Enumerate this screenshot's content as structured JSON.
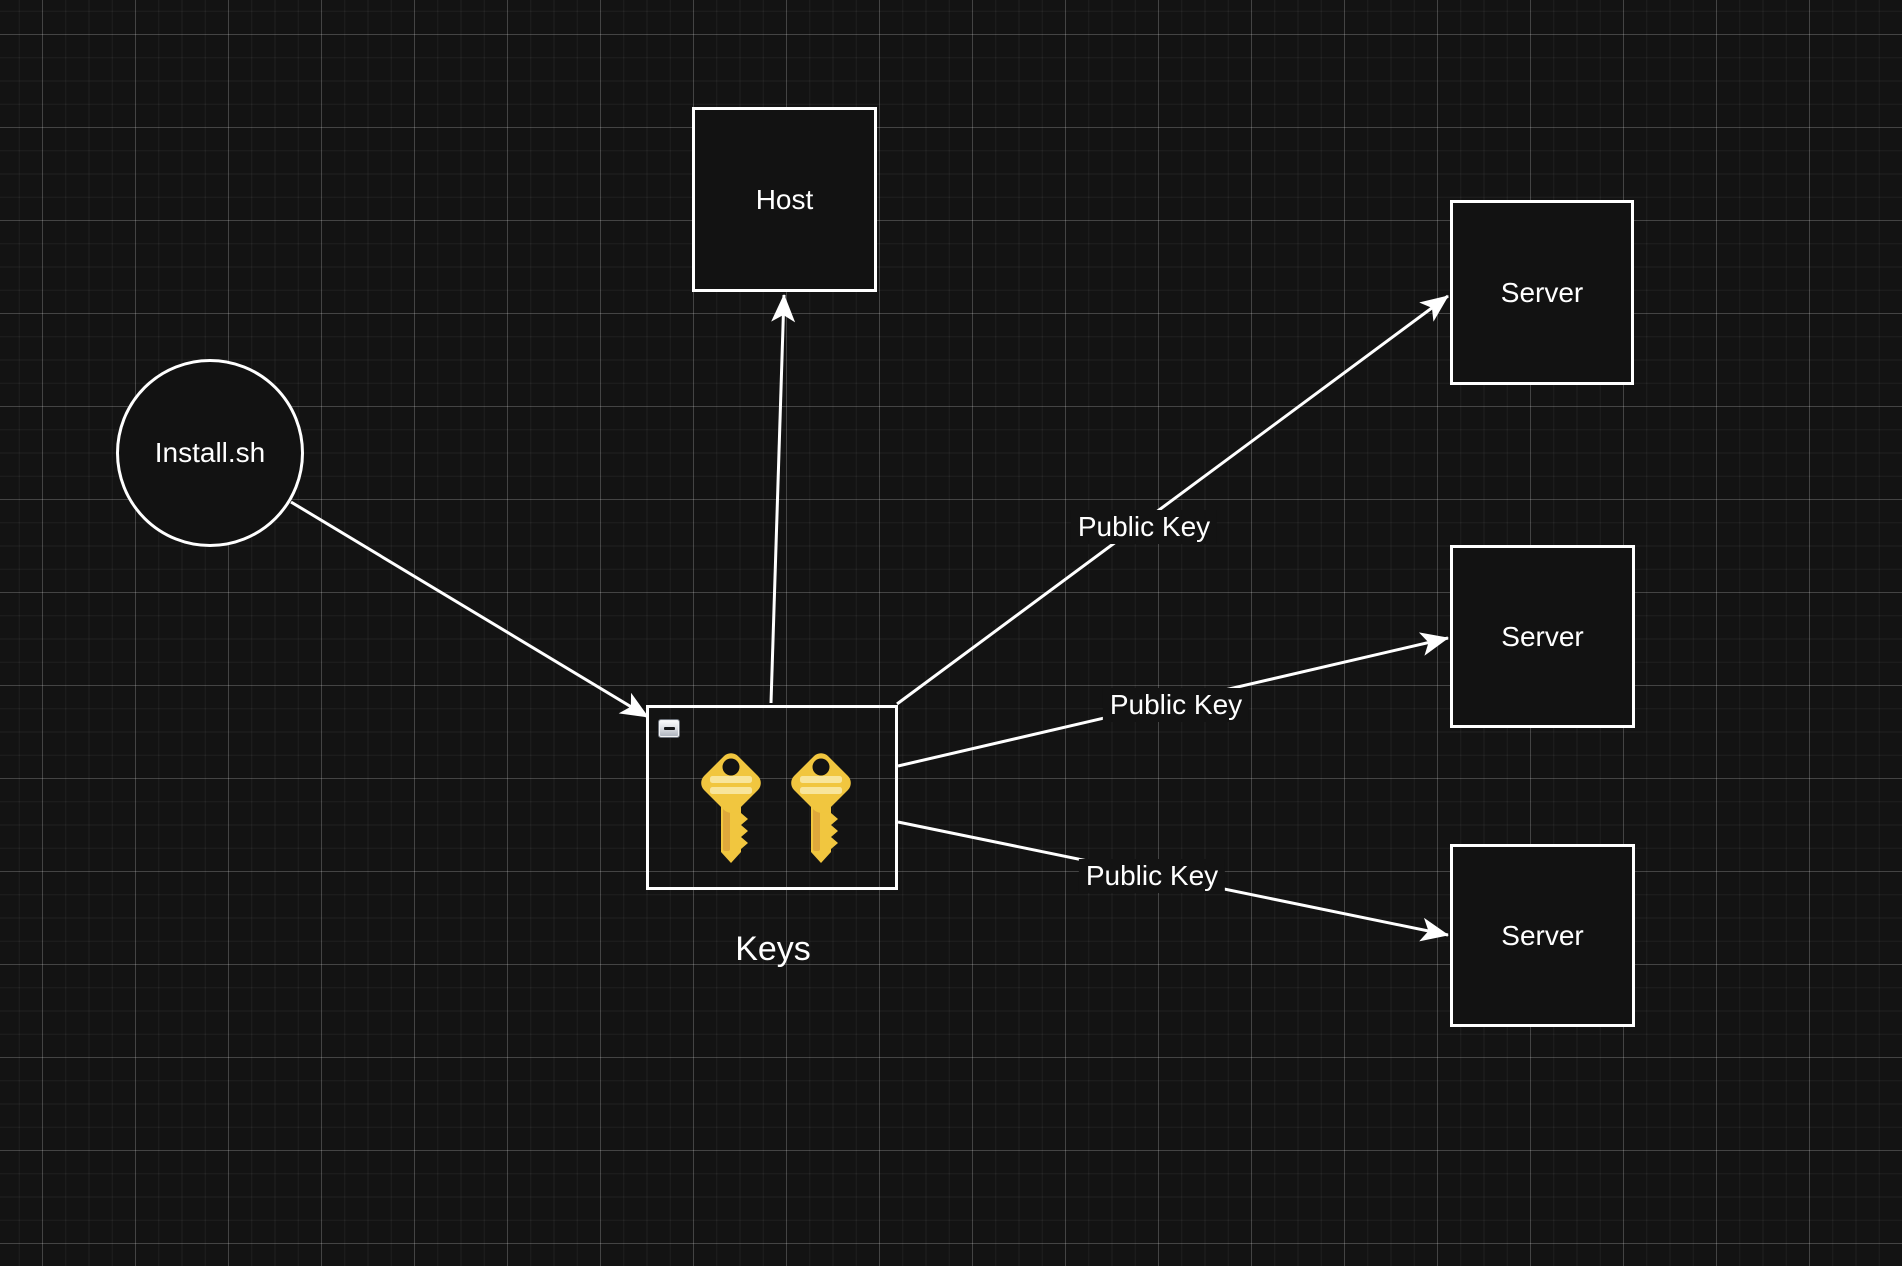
{
  "canvas": {
    "background": "#131313",
    "grid_minor_color": "rgba(255,255,255,0.055)",
    "grid_major_color": "rgba(255,255,255,0.16)",
    "stroke_color": "#ffffff",
    "node_fill": "#121212",
    "text_color": "#ffffff"
  },
  "nodes": {
    "install": {
      "label": "Install.sh"
    },
    "host": {
      "label": "Host"
    },
    "keys_group": {
      "label": "Keys"
    },
    "server_top": {
      "label": "Server"
    },
    "server_middle": {
      "label": "Server"
    },
    "server_bottom": {
      "label": "Server"
    }
  },
  "edges": {
    "install_to_keys": {
      "label": ""
    },
    "keys_to_host": {
      "label": ""
    },
    "to_server_top": {
      "label": "Public Key"
    },
    "to_server_middle": {
      "label": "Public Key"
    },
    "to_server_bottom": {
      "label": "Public Key"
    }
  },
  "icons": {
    "collapse_button": "minus",
    "key_color_main": "#F1C63F",
    "key_color_stripe": "#F8E59B",
    "key_color_shaft_accent": "#DFA83B"
  }
}
